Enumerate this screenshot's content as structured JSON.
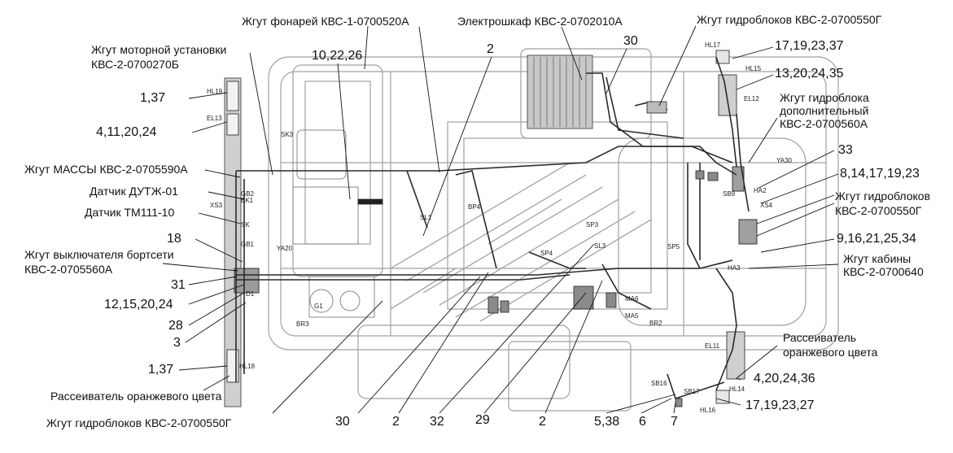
{
  "callouts": {
    "zhgut_fonarey": "Жгут фонарей КВС-1-0700520А",
    "elektroshkaf": "Электрошкаф КВС-2-0702010А",
    "zhgut_gidroblokov_top": "Жгут гидроблоков КВС-2-0700550Г",
    "zhgut_motornoy": "Жгут моторной установки\nКВС-2-0700270Б",
    "n_10_22_26": "10,22,26",
    "n_2_top": "2",
    "n_30_top": "30",
    "n_17_19_23_37": "17,19,23,37",
    "n_13_20_24_35": "13,20,24,35",
    "zhgut_gidrobloka_dop": "Жгут гидроблока\nдополнительный\nКВС-2-0700560А",
    "n_1_37_top": "1,37",
    "n_4_11_20_24": "4,11,20,24",
    "zhgut_massy": "Жгут МАССЫ КВС-2-0705590А",
    "datchik_dutzh": "Датчик ДУТЖ-01",
    "datchik_tm": "Датчик ТМ111-10",
    "n_33": "33",
    "n_8_14_17_19_23": "8,14,17,19,23",
    "zhgut_gidroblokov_right": "Жгут гидроблоков\nКВС-2-0700550Г",
    "n_18": "18",
    "zhgut_vyklyuchatelya": "Жгут выключателя бортсети\nКВС-2-0705560А",
    "n_9_16_21_25_34": "9,16,21,25,34",
    "zhgut_kabiny": "Жгут кабины\nКВС-2-0700640",
    "n_31": "31",
    "n_12_15_20_24": "12,15,20,24",
    "n_28": "28",
    "n_3": "3",
    "rasseivatel_right": "Рассеиватель\nоранжевого цвета",
    "n_1_37_bottom": "1,37",
    "n_4_20_24_36": "4,20,24,36",
    "rasseivatel_left": "Рассеиватель оранжевого цвета",
    "n_17_19_23_27": "17,19,23,27",
    "zhgut_gidroblokov_bottom": "Жгут гидроблоков КВС-2-0700550Г",
    "n_30_bottom": "30",
    "n_2_bottom_a": "2",
    "n_32": "32",
    "n_29": "29",
    "n_2_bottom_b": "2",
    "n_5_38": "5,38",
    "n_6": "6",
    "n_7": "7"
  },
  "tags": {
    "HL19": "HL19",
    "EL13": "EL13",
    "SK3": "SK3",
    "GB2": "GB2",
    "BK1": "BK1",
    "XS3": "XS3",
    "SK": "SK",
    "GB1": "GB1",
    "YA20": "YA20",
    "D1": "D1",
    "G1": "G1",
    "BR3": "BR3",
    "HL18": "HL18",
    "SL1": "SL1",
    "BP4": "BP4",
    "SP3": "SP3",
    "SL3": "SL3",
    "SP4": "SP4",
    "SP5": "SP5",
    "MA6": "MA6",
    "MA5": "MA5",
    "BR2": "BR2",
    "HL17": "HL17",
    "HL15": "HL15",
    "EL12": "EL12",
    "YA30": "YA30",
    "SB9": "SB9",
    "HA2": "HA2",
    "XS4": "XS4",
    "HA3": "HA3",
    "EL11": "EL11",
    "HL14": "HL14",
    "HL16": "HL16",
    "SB16": "SB16",
    "SB17": "SB17"
  },
  "colors": {
    "ink": "#111111",
    "outline": "#9a9a9a",
    "shade": "#d6d6d6",
    "harness": "#2a2a2a"
  }
}
